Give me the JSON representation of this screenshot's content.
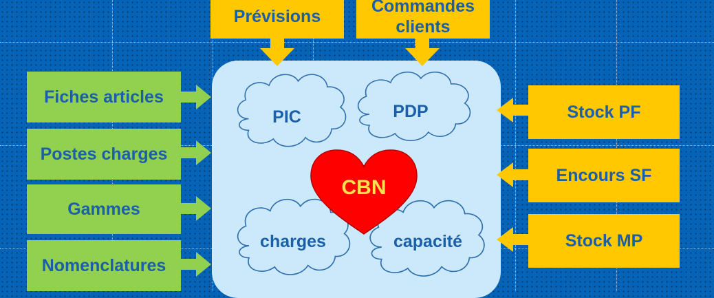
{
  "top_inputs": [
    {
      "label": "Prévisions"
    },
    {
      "label": "Commandes clients"
    }
  ],
  "left_inputs": [
    {
      "label": "Fiches articles"
    },
    {
      "label": "Postes charges"
    },
    {
      "label": "Gammes"
    },
    {
      "label": "Nomenclatures"
    }
  ],
  "right_inputs": [
    {
      "label": "Stock PF"
    },
    {
      "label": "Encours SF"
    },
    {
      "label": "Stock MP"
    }
  ],
  "clouds": {
    "pic": "PIC",
    "pdp": "PDP",
    "charges": "charges",
    "capacite": "capacité"
  },
  "center": {
    "label": "CBN"
  },
  "colors": {
    "background": "#0563b8",
    "green_box": "#92d050",
    "yellow_box": "#ffc800",
    "panel": "#cce9fb",
    "heart": "#ff0000",
    "heart_text": "#ffe14d",
    "text": "#1a5fa8"
  }
}
